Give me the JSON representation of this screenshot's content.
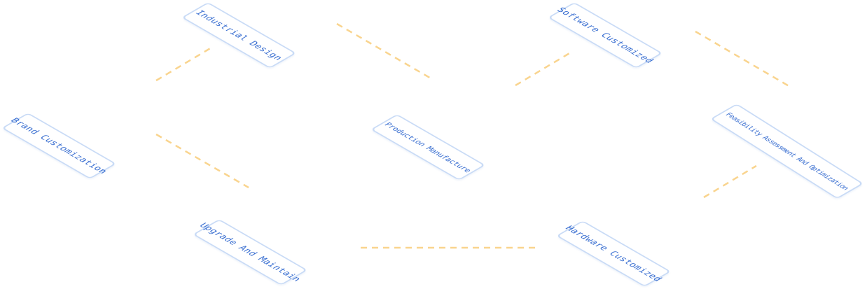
{
  "diagram": {
    "type": "process-flow",
    "nodes": [
      {
        "id": "industrial-design",
        "label": "Industrial Design"
      },
      {
        "id": "brand-customization",
        "label": "Brand Customization"
      },
      {
        "id": "production-manufacture",
        "label": "Production Manufacture"
      },
      {
        "id": "software-customized",
        "label": "Software Customized"
      },
      {
        "id": "feasibility",
        "label": "Feasibility Assessment And Optimization"
      },
      {
        "id": "upgrade-maintain",
        "label": "Upgrade And Maintain"
      },
      {
        "id": "hardware-customized",
        "label": "Hardware Customized"
      }
    ],
    "colors": {
      "node_border": "#c9dbf6",
      "node_text": "#3a6fd1",
      "connector": "#f9d48e",
      "background": "#ffffff"
    }
  }
}
